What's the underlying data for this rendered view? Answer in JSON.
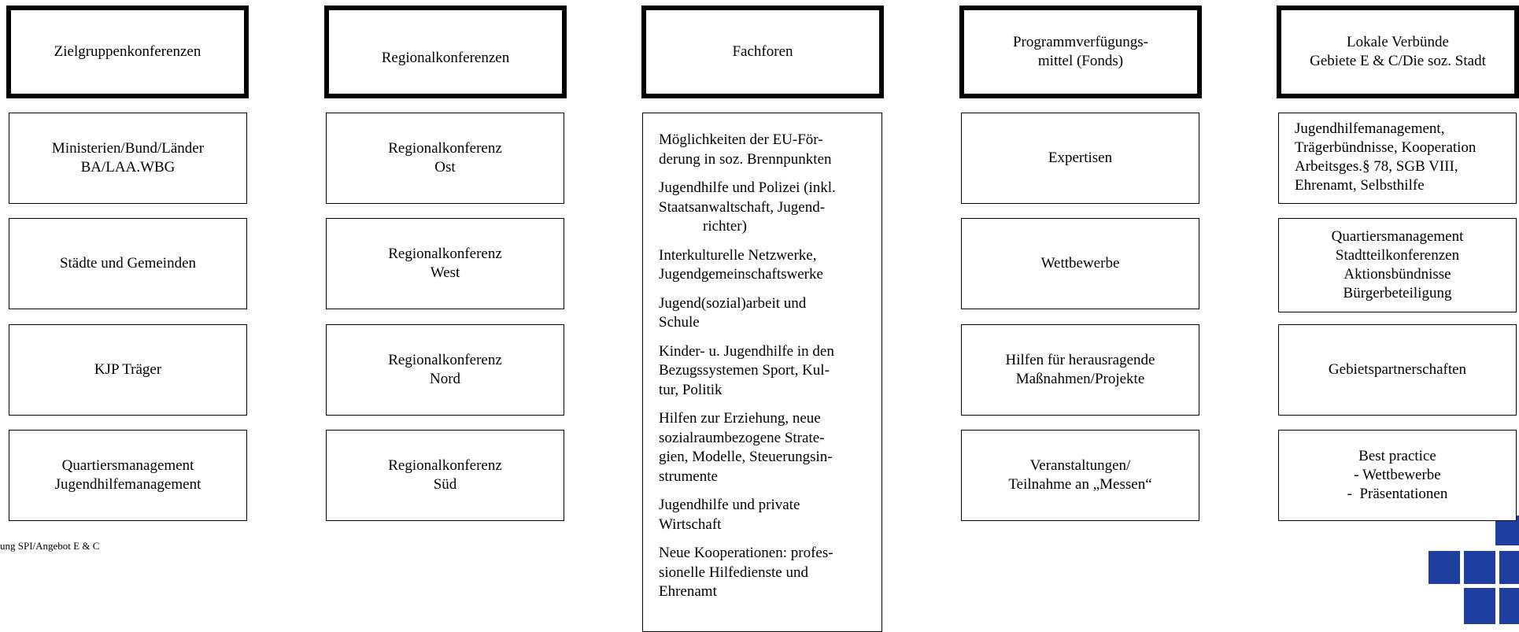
{
  "columns": [
    {
      "header": [
        "Zielgruppenkonferenzen"
      ],
      "boxes": [
        [
          "Ministerien/Bund/Länder",
          "BA/LAA.WBG"
        ],
        [
          "Städte und Gemeinden"
        ],
        [
          "KJP Träger"
        ],
        [
          "Quartiersmanagement",
          "Jugendhilfemanagement"
        ]
      ]
    },
    {
      "header": [
        "Regionalkonferenzen"
      ],
      "boxes": [
        [
          "Regionalkonferenz",
          "Ost"
        ],
        [
          "Regionalkonferenz",
          "West"
        ],
        [
          "Regionalkonferenz",
          "Nord"
        ],
        [
          "Regionalkonferenz",
          "Süd"
        ]
      ]
    },
    {
      "header": [
        "Fachforen"
      ],
      "items": [
        [
          "Möglichkeiten der EU-För-",
          "derung in soz. Brennpunkten"
        ],
        [
          "Jugendhilfe und Polizei (inkl.",
          "Staatsanwaltschaft, Jugend-",
          "richter)"
        ],
        [
          "Interkulturelle Netzwerke,",
          "Jugendgemeinschaftswerke"
        ],
        [
          "Jugend(sozial)arbeit und",
          "Schule"
        ],
        [
          "Kinder- u. Jugendhilfe in den",
          "Bezugssystemen Sport, Kul-",
          "tur, Politik"
        ],
        [
          "Hilfen zur Erziehung, neue",
          "sozialraumbezogene Strate-",
          "gien, Modelle, Steuerungsin-",
          "strumente"
        ],
        [
          "Jugendhilfe und private",
          "Wirtschaft"
        ],
        [
          "Neue Kooperationen: profes-",
          "sionelle Hilfedienste und",
          "Ehrenamt"
        ]
      ]
    },
    {
      "header": [
        "Programmverfügungs-",
        "mittel (Fonds)"
      ],
      "boxes": [
        [
          "Expertisen"
        ],
        [
          "Wettbewerbe"
        ],
        [
          "Hilfen für herausragende",
          "Maßnahmen/Projekte"
        ],
        [
          "Veranstaltungen/",
          "Teilnahme an „Messen“"
        ]
      ]
    },
    {
      "header": [
        "Lokale Verbünde",
        "Gebiete E & C/Die soz. Stadt"
      ],
      "boxes": [
        [
          "Jugendhilfemanagement,",
          "Trägerbündnisse, Kooperation",
          "Arbeitsges.§ 78, SGB VIII,",
          "Ehrenamt, Selbsthilfe"
        ],
        [
          "Quartiersmanagement",
          "Stadtteilkonferenzen",
          "Aktionsbündnisse",
          "Bürgerbeteiligung"
        ],
        [
          "Gebietspartnerschaften"
        ],
        [
          "Best practice",
          "- Wettbewerbe",
          "-  Präsentationen"
        ]
      ]
    }
  ],
  "footer": "ung SPI/Angebot E & C",
  "logo_color": "#1f3fa0"
}
